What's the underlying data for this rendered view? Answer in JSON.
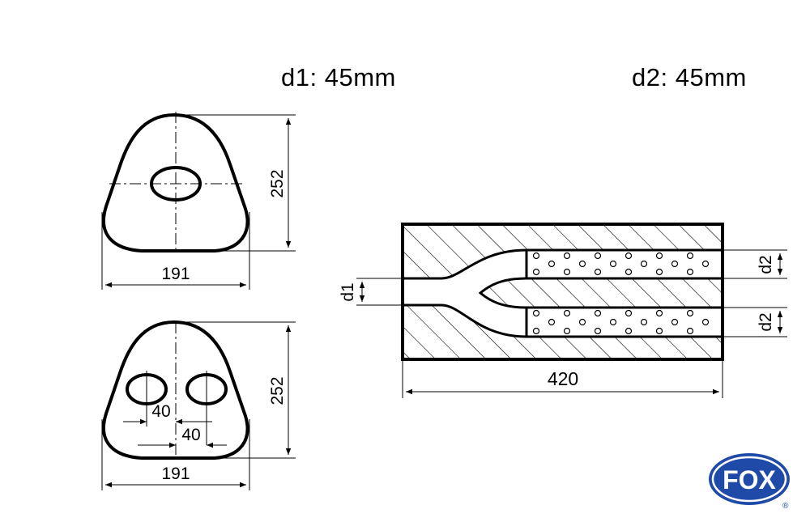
{
  "titles": {
    "d1": "d1: 45mm",
    "d2": "d2: 45mm"
  },
  "top_view": {
    "width": "191",
    "height": "252"
  },
  "bottom_view": {
    "width": "191",
    "height": "252",
    "pipe_spacing_1": "40",
    "pipe_spacing_2": "40"
  },
  "side_view": {
    "length": "420",
    "inlet_label": "d1",
    "outlet1_label": "d2",
    "outlet2_label": "d2"
  },
  "logo": {
    "text": "FOX",
    "mark": "®",
    "color": "#1f4aa8"
  }
}
